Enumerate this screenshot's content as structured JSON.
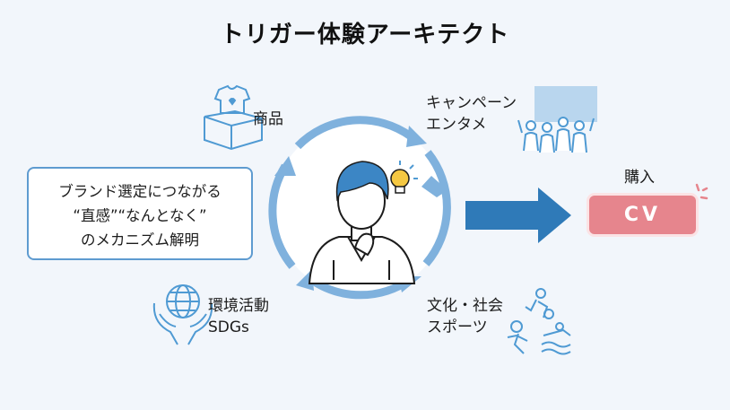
{
  "title": "トリガー体験アーキテクト",
  "center_label": "人",
  "nodes": {
    "product": "商品",
    "campaign_line1": "キャンペーン",
    "campaign_line2": "エンタメ",
    "environment_line1": "環境活動",
    "environment_line2": "SDGs",
    "culture_line1": "文化・社会",
    "culture_line2": "スポーツ"
  },
  "mechanism_box": {
    "line1": "ブランド選定につながる",
    "line2": "“直感”“なんとなく”",
    "line3": "のメカニズム解明"
  },
  "conversion": {
    "label": "購入",
    "badge": "CV"
  },
  "icons": [
    "tshirt-box-icon",
    "audience-screen-icon",
    "globe-hands-icon",
    "sports-icon",
    "lightbulb-icon",
    "arrow-right-icon"
  ],
  "colors": {
    "circle": "#7fb1dd",
    "arrow": "#2f7ab8",
    "icon": "#4f9ad3",
    "cv_badge": "#e6858d",
    "box_border": "#5e9bd0"
  }
}
